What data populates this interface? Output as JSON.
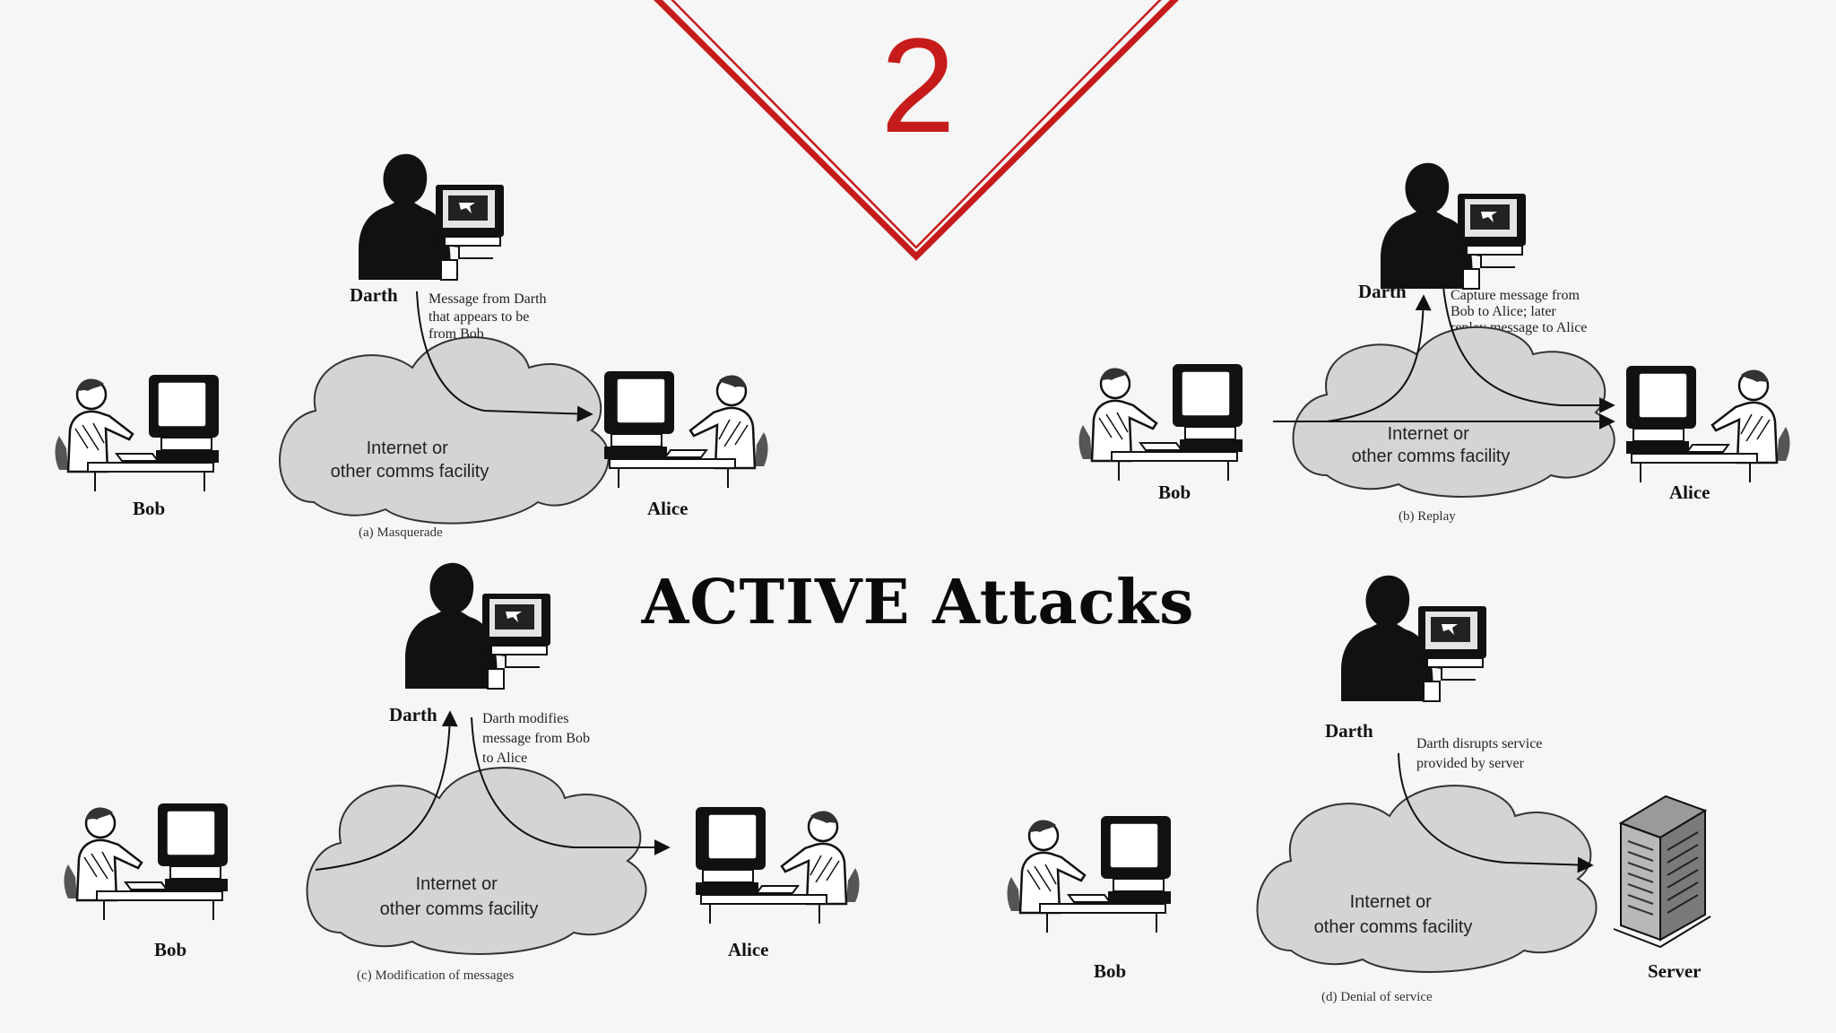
{
  "slide_number": "2",
  "title": "ACTIVE Attacks",
  "colors": {
    "accent": "#c61b1b",
    "cloud_fill": "#d4d4d4",
    "ink": "#111111",
    "background": "#f6f6f6"
  },
  "panels": {
    "a": {
      "caption": "(a) Masquerade",
      "attacker": "Darth",
      "sender": "Bob",
      "receiver": "Alice",
      "note": [
        "Message from Darth",
        "that appears to be",
        "from Bob"
      ],
      "cloud": [
        "Internet or",
        "other comms facility"
      ]
    },
    "b": {
      "caption": "(b) Replay",
      "attacker": "Darth",
      "sender": "Bob",
      "receiver": "Alice",
      "note": [
        "Capture message from",
        "Bob to Alice; later",
        "replay message to Alice"
      ],
      "cloud": [
        "Internet or",
        "other comms facility"
      ]
    },
    "c": {
      "caption": "(c) Modification of messages",
      "attacker": "Darth",
      "sender": "Bob",
      "receiver": "Alice",
      "note": [
        "Darth modifies",
        "message from Bob",
        "to Alice"
      ],
      "cloud": [
        "Internet or",
        "other comms facility"
      ]
    },
    "d": {
      "caption": "(d) Denial of service",
      "attacker": "Darth",
      "sender": "Bob",
      "receiver": "Server",
      "note": [
        "Darth disrupts service",
        "provided by server"
      ],
      "cloud": [
        "Internet or",
        "other comms facility"
      ]
    }
  }
}
